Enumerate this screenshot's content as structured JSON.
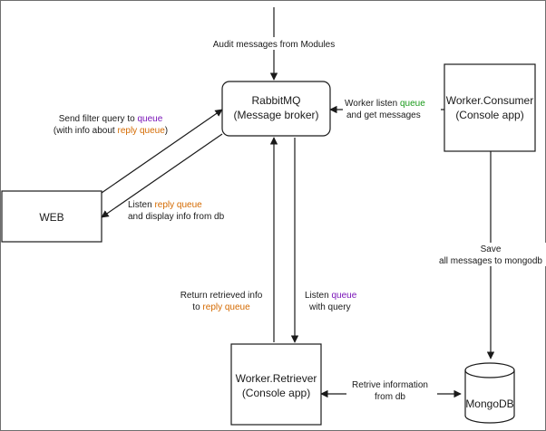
{
  "colors": {
    "queue_purple": "#7a14b8",
    "reply_orange": "#d46a00",
    "queue_green": "#1a9a1a",
    "line": "#1a1a1a"
  },
  "nodes": {
    "rabbitmq": {
      "line1": "RabbitMQ",
      "line2": "(Message broker)"
    },
    "web": {
      "line1": "WEB"
    },
    "consumer": {
      "line1": "Worker.Consumer",
      "line2": "(Console app)"
    },
    "retriever": {
      "line1": "Worker.Retriever",
      "line2": "(Console app)"
    },
    "mongodb": {
      "line1": "MongoDB"
    }
  },
  "edges": {
    "audit": {
      "text": "Audit messages from Modules"
    },
    "send_filter": {
      "l1a": "Send filter query to ",
      "l1b": "queue",
      "l2a": "(with info about ",
      "l2b": "reply queue",
      "l2c": ")"
    },
    "listen_reply": {
      "l1a": "Listen ",
      "l1b": "reply queue",
      "l2": "and display info from db"
    },
    "worker_listen": {
      "l1a": "Worker listen ",
      "l1b": "queue",
      "l2": "and get messages"
    },
    "save": {
      "l1": "Save",
      "l2": "all messages to mongodb"
    },
    "return_retrieved": {
      "l1": "Return retrieved info",
      "l2a": "to ",
      "l2b": "reply queue"
    },
    "listen_queue": {
      "l1a": "Listen ",
      "l1b": "queue",
      "l2": "with query"
    },
    "retrive": {
      "l1": "Retrive information",
      "l2": "from db"
    }
  }
}
